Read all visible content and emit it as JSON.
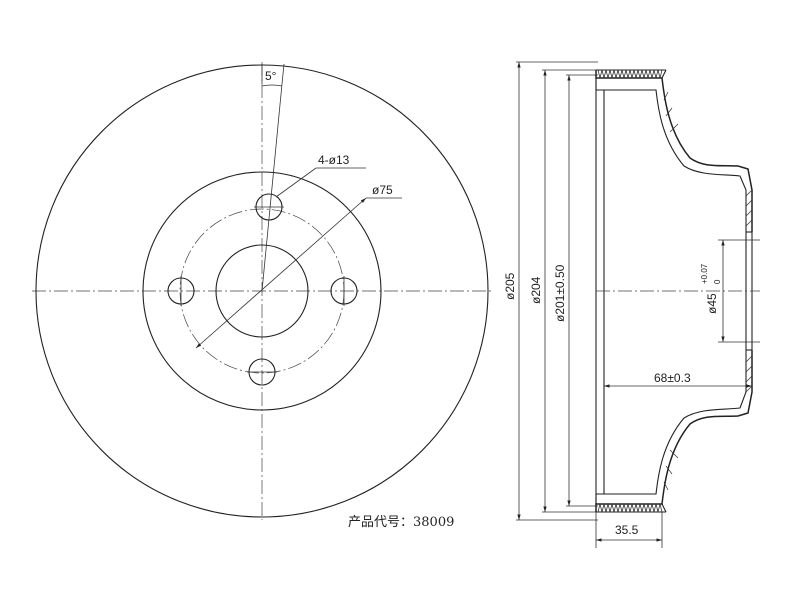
{
  "front_view": {
    "angle_label": "5°",
    "bolt_holes_label": "4-ø13",
    "pcd_label": "ø75"
  },
  "side_view": {
    "dia_outer": "ø205",
    "dia_204": "ø204",
    "dia_201": "ø201±0.50",
    "dia_45": "ø45",
    "dia_45_tol_upper": "+0.07",
    "dia_45_tol_lower": "0",
    "depth_68": "68±0.3",
    "width_35": "35.5"
  },
  "product_code": "产品代号：38009"
}
